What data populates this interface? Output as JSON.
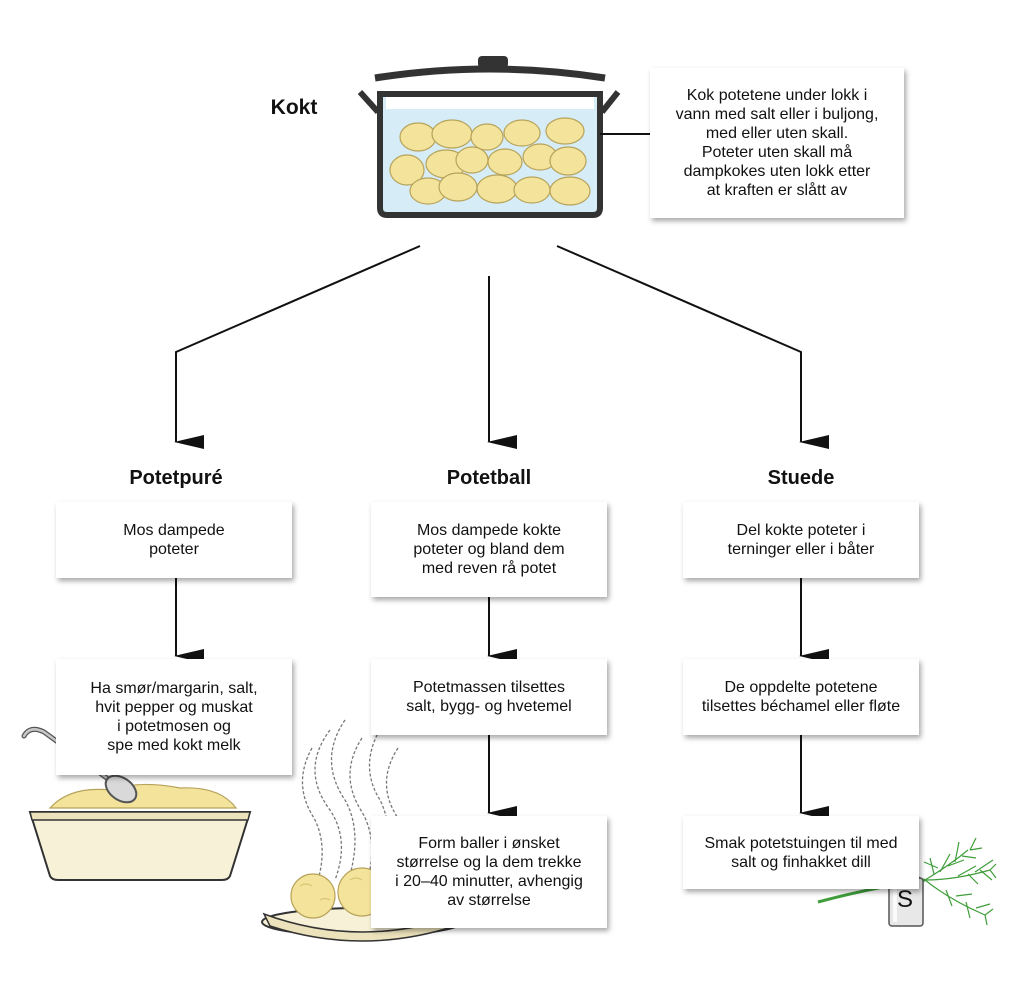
{
  "title": "Kokt",
  "pot_note": "Kok potetene under lokk i\nvann med salt eller i buljong,\nmed eller uten skall.\nPoteter uten skall må\ndampkokes uten lokk etter\nat kraften er slått av",
  "columns": [
    {
      "heading": "Potetpuré",
      "steps": [
        "Mos dampede\npoteter",
        "Ha smør/margarin, salt,\nhvit pepper og muskat\ni potetmosen og\nspe med kokt melk"
      ]
    },
    {
      "heading": "Potetball",
      "steps": [
        "Mos dampede kokte\npoteter og bland dem\nmed reven rå potet",
        "Potetmassen tilsettes\nsalt, bygg- og hvetemel",
        "Form baller i ønsket\nstørrelse og la dem trekke\ni 20–40 minutter, avhengig\nav størrelse"
      ]
    },
    {
      "heading": "Stuede",
      "steps": [
        "Del kokte poteter i\nterninger eller i båter",
        "De oppdelte potetene\ntilsettes béchamel eller fløte",
        "Smak potetstuingen til med\nsalt og finhakket dill"
      ]
    }
  ],
  "salt_shaker_label": "S",
  "colors": {
    "water": "#d6ecf7",
    "potato": "#f3e39b",
    "potato_stroke": "#b7a35a",
    "pot": "#333333",
    "bowl": "#f7f1d8",
    "dill": "#3f9e3a"
  }
}
